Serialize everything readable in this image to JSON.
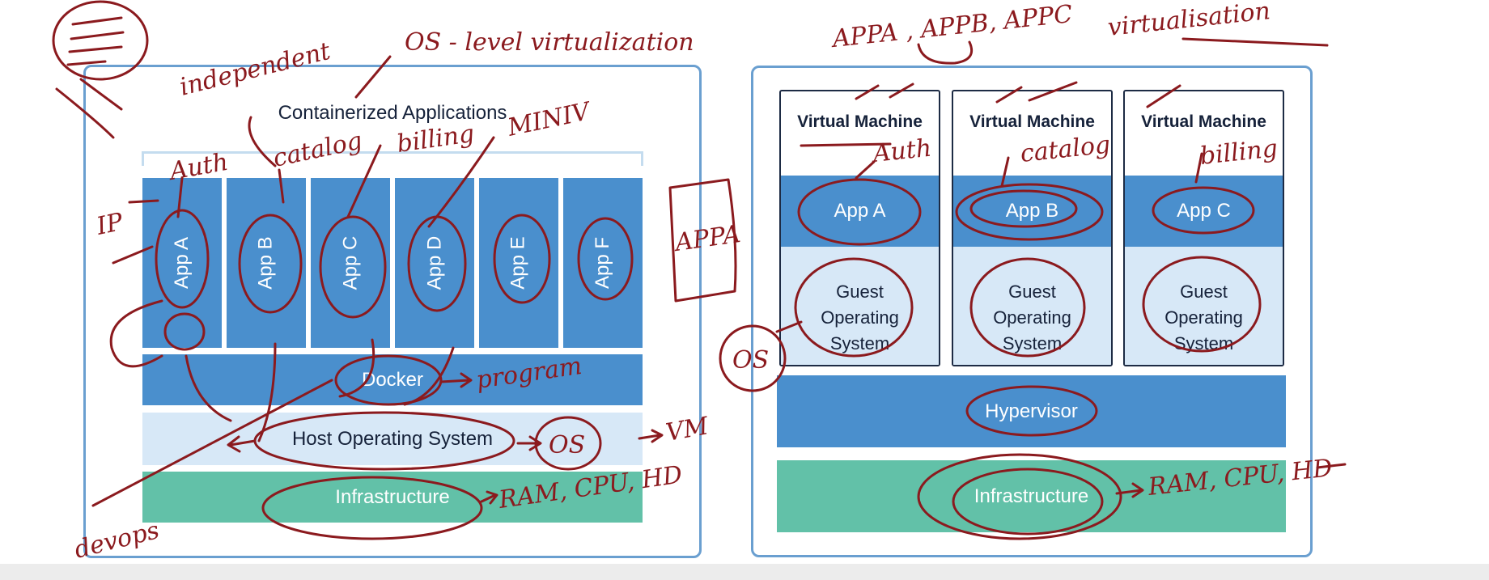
{
  "left_diagram": {
    "title": "Containerized Applications",
    "apps": [
      "App A",
      "App B",
      "App C",
      "App D",
      "App E",
      "App F"
    ],
    "docker": "Docker",
    "host_os": "Host Operating System",
    "infrastructure": "Infrastructure"
  },
  "right_diagram": {
    "vms": [
      {
        "title": "Virtual Machine",
        "app": "App A",
        "guest_os": [
          "Guest",
          "Operating",
          "System"
        ]
      },
      {
        "title": "Virtual Machine",
        "app": "App B",
        "guest_os": [
          "Guest",
          "Operating",
          "System"
        ]
      },
      {
        "title": "Virtual Machine",
        "app": "App C",
        "guest_os": [
          "Guest",
          "Operating",
          "System"
        ]
      }
    ],
    "hypervisor": "Hypervisor",
    "infrastructure": "Infrastructure"
  },
  "handwriting": {
    "os_level": "OS - level virtualization",
    "independent": "independent",
    "auth": "Auth",
    "catalog": "catalog",
    "billing": "billing",
    "misc": "MINIV",
    "ip": "IP",
    "appa_box": "APPA",
    "program": "program",
    "os_circle": "OS",
    "vm": "VM",
    "ram_left": "RAM, CPU, HD",
    "devops": "devops",
    "appa_list": "APPA , APPB, APPC",
    "virtualisation": "virtualisation",
    "vm_auth": "Auth",
    "vm_catalog": "catalog",
    "vm_billing": "billing",
    "os_right": "OS",
    "ram_right": "RAM, CPU, HD"
  },
  "colors": {
    "block_blue": "#4a8fcd",
    "block_pale": "#d7e8f7",
    "block_green": "#62c1a8",
    "panel_border": "#6a9fd0",
    "ink": "#8b1a1e"
  }
}
